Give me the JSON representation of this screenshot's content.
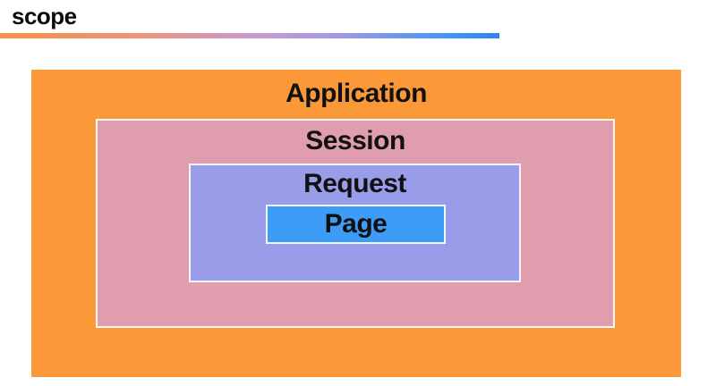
{
  "page": {
    "title": "scope"
  },
  "title_underline": {
    "gradient_stops": [
      "#F88F45 0%",
      "#EE9379 28%",
      "#C89BD2 52%",
      "#9E99E8 68%",
      "#3E97F5 90%",
      "#2E86EC 100%"
    ]
  },
  "diagram": {
    "type": "nested-scope-boxes",
    "levels": [
      {
        "label": "Application",
        "color": "#FB9838"
      },
      {
        "label": "Session",
        "color": "#DF9DAE"
      },
      {
        "label": "Request",
        "color": "#999CE9"
      },
      {
        "label": "Page",
        "color": "#3D9CF5"
      }
    ]
  }
}
